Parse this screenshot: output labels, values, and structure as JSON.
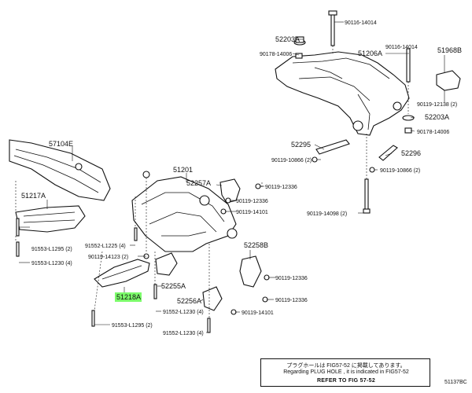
{
  "labels": {
    "p90116_14014_top": "90116-14014",
    "p52203A_top": "52203A",
    "p90178_14006_top": "90178-14006",
    "p51206A": "51206A",
    "p90116_14014_right": "90116-14014",
    "p51968B": "51968B",
    "p90119_12138": "90119-12138 (2)",
    "p52203A_right": "52203A",
    "p90178_14006_right": "90178-14006",
    "p52295": "52295",
    "p52296": "52296",
    "p90119_10866_left": "90119-10866 (2)",
    "p90119_10866_right": "90119-10866 (2)",
    "p57104E": "57104E",
    "p51201": "51201",
    "p52257A": "52257A",
    "p90119_12336_a": "90119-12336",
    "p90119_12336_b": "90119-12336",
    "p90119_14101_a": "90119-14101",
    "p90119_14098": "90119-14098 (2)",
    "p51217A": "51217A",
    "p91553_L1295_a": "91553-L1295 (2)",
    "p91553_L1230": "91553-L1230 (4)",
    "p91552_L1225": "91552-L1225 (4)",
    "p90119_14123": "90119-14123 (2)",
    "p52258B": "52258B",
    "p90119_12336_c": "90119-12336",
    "p52255A": "52255A",
    "p51218A": "51218A",
    "p52256A": "52256A",
    "p90119_12336_d": "90119-12336",
    "p90119_14101_b": "90119-14101",
    "p91552_L1230_a": "91552-L1230 (4)",
    "p91553_L1295_b": "91553-L1295 (2)",
    "p91552_L1230_b": "91552-L1230 (4)"
  },
  "note": {
    "line1": "プラグホールは FIG57-52 に掲載してあります。",
    "line2": "Regarding PLUG HOLE , it is indicated in FIG57-52",
    "line3": "REFER TO FIG 57-52"
  },
  "figure_id": "51137BC",
  "colors": {
    "highlight": "#7CFC6B",
    "ink": "#111111"
  }
}
